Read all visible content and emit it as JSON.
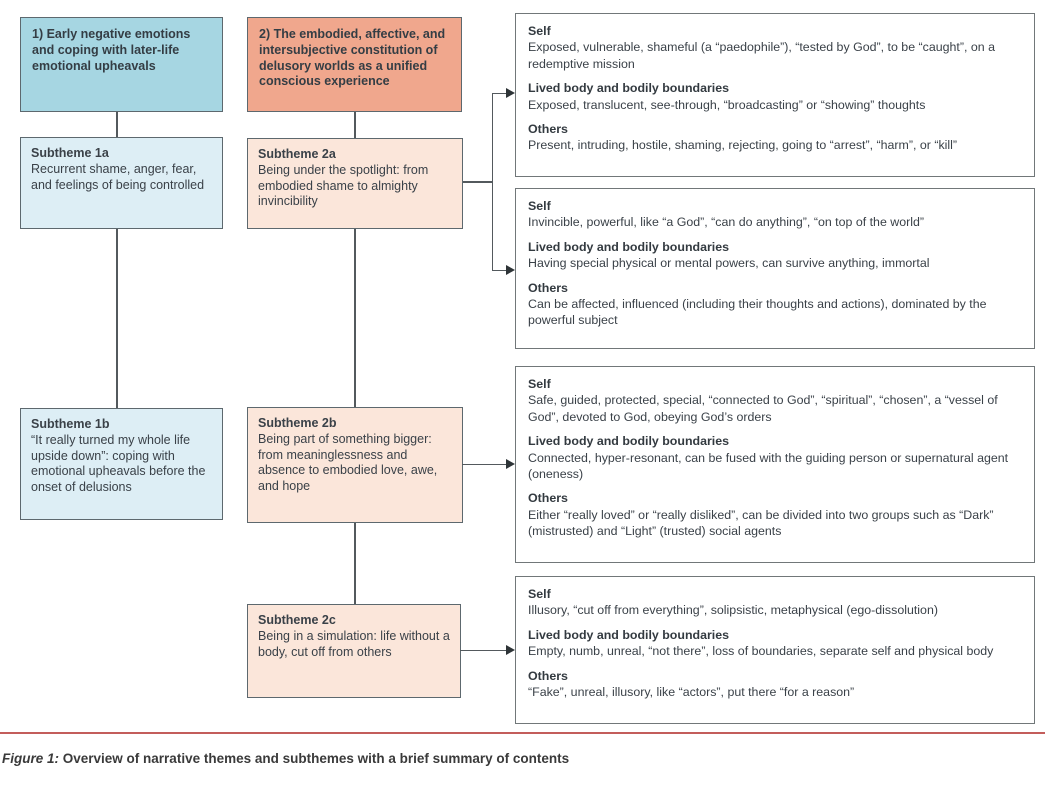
{
  "themes": [
    {
      "label": "1) Early negative emotions and coping with later-life emotional upheavals"
    },
    {
      "label": "2) The embodied, affective, and intersubjective constitution of delusory worlds as a unified conscious experience"
    }
  ],
  "subthemes": [
    {
      "title": "Subtheme 1a",
      "description": "Recurrent shame, anger, fear, and feelings of being controlled"
    },
    {
      "title": "Subtheme 1b",
      "description": "“It really turned my whole life upside down”: coping with emotional upheavals before the onset of delusions"
    },
    {
      "title": "Subtheme 2a",
      "description": "Being under the spotlight: from embodied shame to almighty invincibility"
    },
    {
      "title": "Subtheme 2b",
      "description": "Being part of something bigger: from meaninglessness and absence to embodied love, awe, and hope"
    },
    {
      "title": "Subtheme 2c",
      "description": "Being in a simulation: life without a body, cut off from others"
    }
  ],
  "summaries": [
    {
      "sections": [
        {
          "heading": "Self",
          "text": "Exposed, vulnerable, shameful (a “paedophile”), “tested by God”, to be “caught”, on a redemptive mission"
        },
        {
          "heading": "Lived body and bodily boundaries",
          "text": "Exposed, translucent, see-through, “broadcasting” or “showing” thoughts"
        },
        {
          "heading": "Others",
          "text": "Present, intruding, hostile, shaming, rejecting, going to “arrest”, “harm”, or “kill”"
        }
      ]
    },
    {
      "sections": [
        {
          "heading": "Self",
          "text": "Invincible, powerful, like “a God”, “can do anything”, “on top of the world”"
        },
        {
          "heading": "Lived body and bodily boundaries",
          "text": "Having special physical or mental powers, can survive anything, immortal"
        },
        {
          "heading": "Others",
          "text": "Can be affected, influenced (including their thoughts and actions), dominated by the powerful subject"
        }
      ]
    },
    {
      "sections": [
        {
          "heading": "Self",
          "text": "Safe, guided, protected, special, “connected to God”, “spiritual”, “chosen”, a “vessel of God”, devoted to God, obeying God’s orders"
        },
        {
          "heading": "Lived body and bodily boundaries",
          "text": "Connected, hyper-resonant, can be fused with the guiding person or supernatural agent (oneness)"
        },
        {
          "heading": "Others",
          "text": "Either “really loved” or “really disliked”, can be divided into two groups such as “Dark” (mistrusted) and “Light” (trusted) social agents"
        }
      ]
    },
    {
      "sections": [
        {
          "heading": "Self",
          "text": "Illusory, “cut off from everything”, solipsistic, metaphysical (ego-dissolution)"
        },
        {
          "heading": "Lived body and bodily boundaries",
          "text": "Empty, numb, unreal, “not there”, loss of boundaries, separate self and physical body"
        },
        {
          "heading": "Others",
          "text": "“Fake”, unreal, illusory, like “actors”, put there “for a reason”"
        }
      ]
    }
  ],
  "caption": {
    "label": "Figure 1:",
    "text": " Overview of narrative themes and subthemes with a brief summary of contents"
  },
  "colors": {
    "theme1_fill": "#a6d6e2",
    "theme2_fill": "#f0a78d",
    "subtheme1_fill": "#ddeef5",
    "subtheme2_fill": "#fbe6da",
    "box_border": "#5d686e",
    "summary_border": "#717779",
    "connector": "#53595d",
    "rule_red": "#c35d5b",
    "text": "#3a4148"
  }
}
